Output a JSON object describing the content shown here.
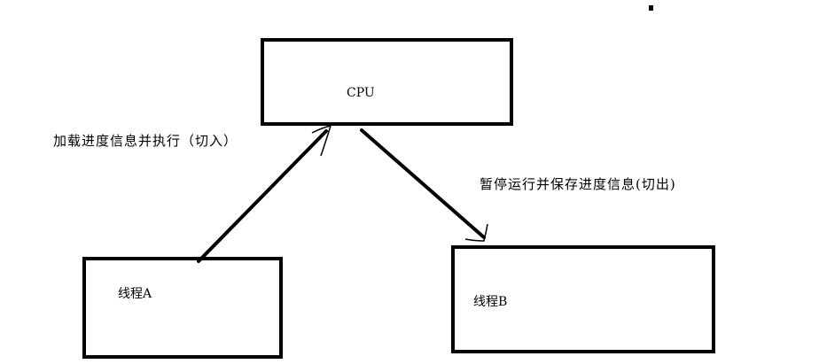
{
  "nodes": {
    "cpu": {
      "label": "CPU"
    },
    "thread_a": {
      "label": "线程A"
    },
    "thread_b": {
      "label": "线程B"
    }
  },
  "edges": {
    "switch_in": {
      "label": "加载进度信息并执行（切入）"
    },
    "switch_out": {
      "label": "暂停运行并保存进度信息(切出)"
    }
  },
  "colors": {
    "stroke": "#000000",
    "background": "#ffffff"
  }
}
